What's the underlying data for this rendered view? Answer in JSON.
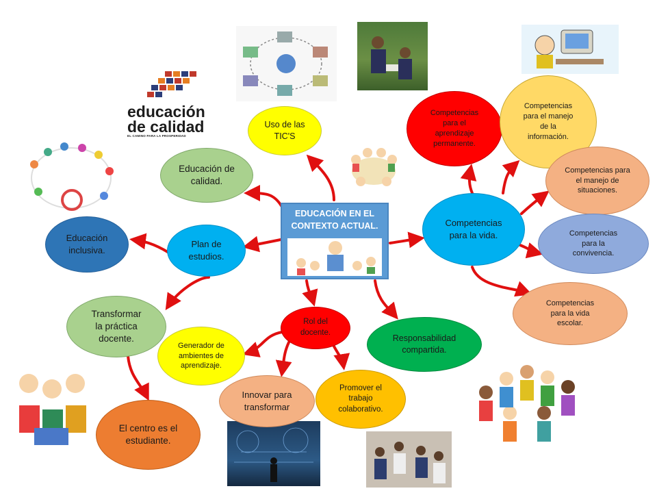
{
  "center": {
    "title_line1": "EDUCACIÓN EN EL",
    "title_line2": "CONTEXTO ACTUAL."
  },
  "logo": {
    "line1": "educación",
    "line2": "de calidad",
    "tagline": "EL CAMINO PARA LA PROSPERIDAD"
  },
  "nodes": {
    "uso_tics": "Uso de las TIC'S",
    "educacion_calidad": "Educación de calidad.",
    "educacion_inclusiva": "Educación inclusiva.",
    "plan_estudios": "Plan de estudios.",
    "transformar_practica": "Transformar la práctica docente.",
    "generador_ambientes": "Generador de ambientes de aprendizaje.",
    "centro_estudiante": "El centro es el estudiante.",
    "rol_docente": "Rol del docente.",
    "innovar": "Innovar para transformar",
    "promover_trabajo": "Promover el trabajo colaborativo.",
    "responsabilidad": "Responsabilidad compartida.",
    "competencias_vida": "Competencias para la vida.",
    "comp_aprendizaje": "Competencias para el aprendizaje permanente.",
    "comp_informacion": "Competencias para el manejo de la información.",
    "comp_situaciones": "Competencias para el manejo de situaciones.",
    "comp_convivencia": "Competencias para la convivencia.",
    "comp_vida_escolar": "Competencias para la vida escolar."
  },
  "colors": {
    "arrow": "#e01010",
    "center_box": "#5b9bd5",
    "green_light": "#a9d18e",
    "yellow": "#ffff00",
    "dark_blue": "#2e75b6",
    "green_dark": "#00b050",
    "red": "#ff0000",
    "salmon": "#f4b183",
    "gold": "#ffc000",
    "orange": "#ed7d31",
    "cyan": "#00b0f0",
    "light_yellow": "#ffd966",
    "periwinkle": "#8faadc"
  }
}
